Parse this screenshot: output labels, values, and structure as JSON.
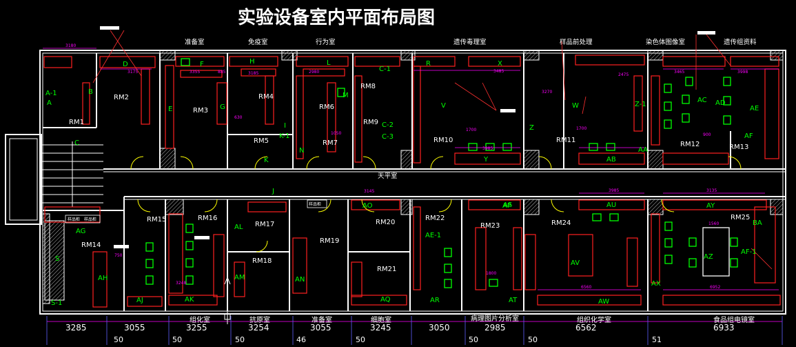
{
  "title": "实验设备室内平面布局图",
  "colors": {
    "wall": "#ffffff",
    "bench": "#ff2020",
    "equip": "#00ff00",
    "dim": "#ff00ff",
    "door": "#ffff00",
    "hatch": "#bbbbbb",
    "axis": "#6060ff",
    "leader": "#ff3030"
  },
  "top_labels": [
    "准备室",
    "免疫室",
    "行为室",
    "遗传毒理室",
    "样品前处理",
    "染色体图像室",
    "遗传组资料"
  ],
  "center_label": "天平室",
  "rooms_top": [
    "RM1",
    "RM2",
    "RM3",
    "RM4",
    "RM5",
    "RM6",
    "RM7",
    "RM8",
    "RM9",
    "RM10",
    "RM11",
    "RM12",
    "RM13"
  ],
  "rooms_bottom": [
    "RM14",
    "RM15",
    "RM16",
    "RM17",
    "RM18",
    "RM19",
    "RM20",
    "RM21",
    "RM22",
    "RM23",
    "RM24",
    "RM25"
  ],
  "codes_top": [
    "A-1",
    "A",
    "B",
    "C",
    "D",
    "E",
    "F",
    "G",
    "H",
    "I",
    "K-1",
    "K",
    "L",
    "M",
    "N",
    "C-1",
    "C-2",
    "C-3",
    "R",
    "X",
    "V",
    "W",
    "Y",
    "Z",
    "Z-1",
    "AA",
    "AB",
    "AC",
    "AD",
    "AE",
    "AF"
  ],
  "codes_bottom": [
    "AG",
    "AH",
    "AJ",
    "AK",
    "AL",
    "AM",
    "AN",
    "AO",
    "AP",
    "AQ",
    "AR",
    "AS",
    "AT",
    "AU",
    "AV",
    "AW",
    "AX",
    "AY",
    "AZ",
    "BA",
    "AF-1",
    "AE-1",
    "S",
    "S-1",
    "J"
  ],
  "cabinet_tags": [
    "样品柜",
    "样品柜",
    "样品柜"
  ],
  "bottom_dims": [
    "3285",
    "3055",
    "3255",
    "3254",
    "3055",
    "3245",
    "3050",
    "2985",
    "6562",
    "6933"
  ],
  "bottom_labels": [
    "组化室",
    "抗原室",
    "准备室",
    "细胞室",
    "病理图片分析室",
    "组织化学室",
    "食品组电镜室"
  ],
  "fifty_labels": [
    "50",
    "50",
    "50",
    "46",
    "50",
    "50",
    "50",
    "51"
  ],
  "dims_small": [
    "3180",
    "3175",
    "3355",
    "3185",
    "2980",
    "3485",
    "3985",
    "2475",
    "3465",
    "3998",
    "3145",
    "3985",
    "3135",
    "1700",
    "1700",
    "1800",
    "3270",
    "3248",
    "6560",
    "6952",
    "1560",
    "750",
    "885",
    "630",
    "1050",
    "900"
  ]
}
